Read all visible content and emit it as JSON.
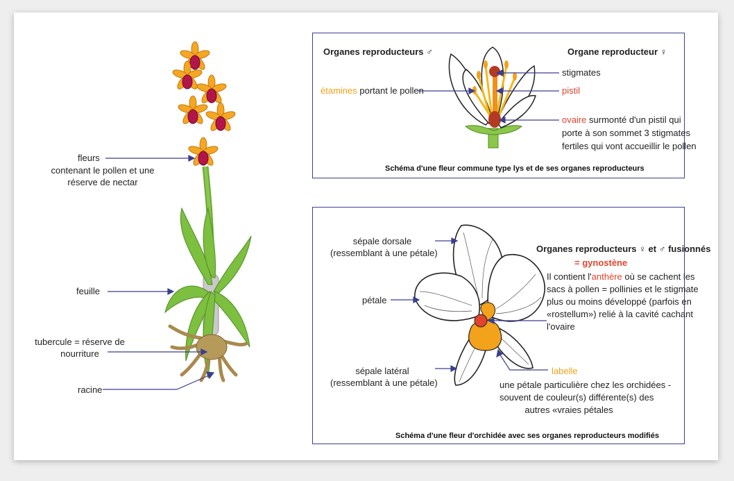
{
  "plant": {
    "fleurs": "fleurs",
    "fleurs_desc_1": "contenant le pollen et une",
    "fleurs_desc_2": "réserve de nectar",
    "feuille": "feuille",
    "tubercule_1": "tubercule = réserve de",
    "tubercule_2": "nourriture",
    "racine": "racine"
  },
  "lily": {
    "left_title": "Organes reproducteurs",
    "left_symbol": "♂",
    "right_title": "Organe reproducteur",
    "right_symbol": "♀",
    "etamines": "étamines",
    "etamines_rest": "portant le pollen",
    "stigmates": "stigmates",
    "pistil": "pistil",
    "ovaire": "ovaire",
    "ovaire_rest": "surmonté d'un pistil qui",
    "ovaire_line2": "porte à son sommet 3 stigmates",
    "ovaire_line3": "fertiles qui vont accueillir le pollen",
    "caption": "Schéma d'une fleur commune type lys et de ses organes reproducteurs"
  },
  "orchid": {
    "sepale_dorsale_1": "sépale dorsale",
    "sepale_dorsale_2": "(ressemblant à une pétale)",
    "petale": "pétale",
    "sepale_lateral_1": "sépale latéral",
    "sepale_lateral_2": "(ressemblant à une pétale)",
    "title_a": "Organes reproducteurs",
    "title_sym_f": "♀",
    "title_et": "et",
    "title_sym_m": "♂",
    "title_b": "fusionnés",
    "gynostene": "= gynostène",
    "contient_a": "Il contient l'",
    "anthere": "anthère",
    "contient_b": " où se cachent les",
    "line2": "sacs à pollen = pollinies et le stigmate",
    "line3": "plus ou moins développé (parfois en",
    "line4": "«rostellum») relié à la cavité cachant",
    "line5": "l'ovaire",
    "labelle": "labelle",
    "labelle_1": "une pétale particulière chez les orchidées -",
    "labelle_2": "souvent de couleur(s) différente(s) des",
    "labelle_3": "autres «vraies pétales",
    "caption": "Schéma d'une fleur d'orchidée avec ses organes reproducteurs modifiés"
  },
  "colors": {
    "accent_orange": "#f2a21b",
    "accent_red": "#e2432c",
    "box_border": "#3b3f8f"
  }
}
